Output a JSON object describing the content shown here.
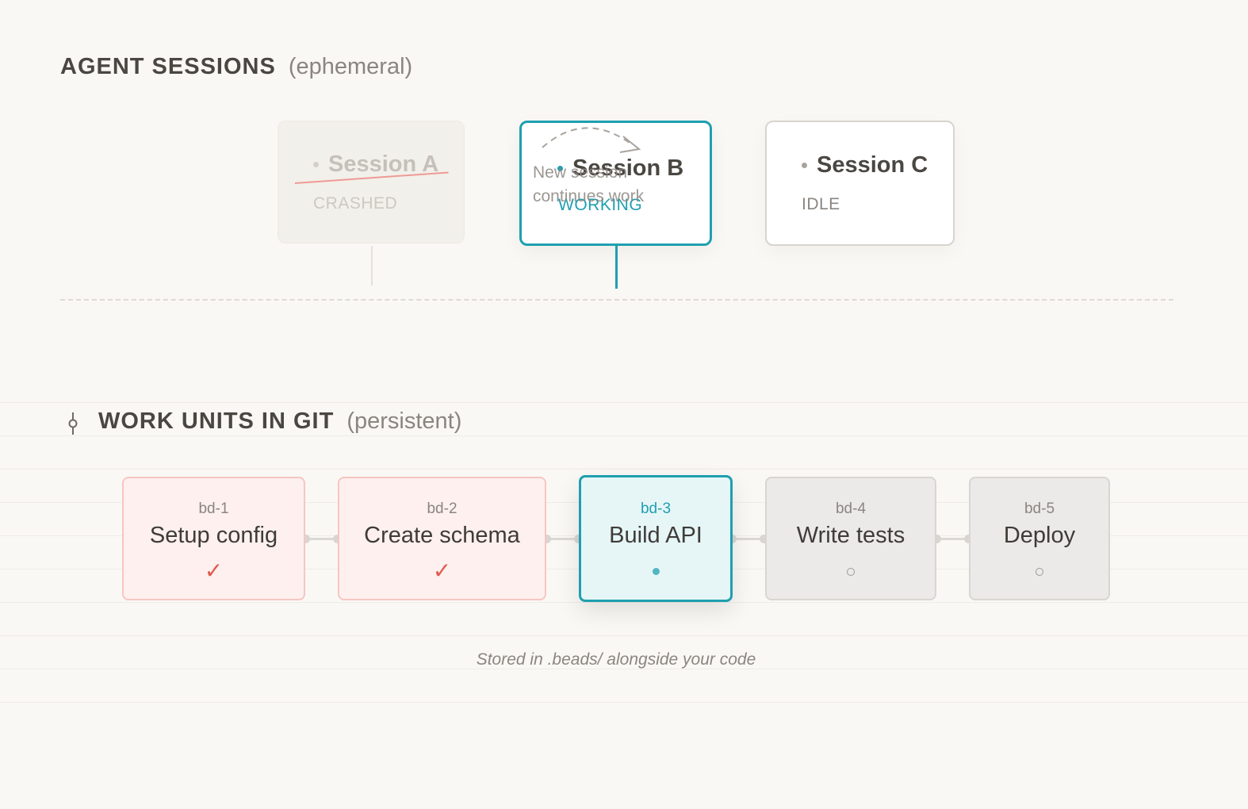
{
  "sessions_section": {
    "title": "AGENT SESSIONS",
    "subtitle": "(ephemeral)"
  },
  "sessions": [
    {
      "name": "Session A",
      "status": "CRASHED"
    },
    {
      "name": "Session B",
      "status": "WORKING"
    },
    {
      "name": "Session C",
      "status": "IDLE"
    }
  ],
  "handoff_note": "New session continues work",
  "units_section": {
    "title": "WORK UNITS IN GIT",
    "subtitle": "(persistent)",
    "icon": "git-commit-icon"
  },
  "units": [
    {
      "id": "bd-1",
      "name": "Setup config",
      "mark": "✓"
    },
    {
      "id": "bd-2",
      "name": "Create schema",
      "mark": "✓"
    },
    {
      "id": "bd-3",
      "name": "Build API"
    },
    {
      "id": "bd-4",
      "name": "Write tests"
    },
    {
      "id": "bd-5",
      "name": "Deploy"
    }
  ],
  "caption": "Stored in .beads/ alongside your code",
  "colors": {
    "accent": "#1f9fb0",
    "done": "#e05a4e",
    "done_bg": "#fdf0ee",
    "muted": "#8a8580"
  }
}
